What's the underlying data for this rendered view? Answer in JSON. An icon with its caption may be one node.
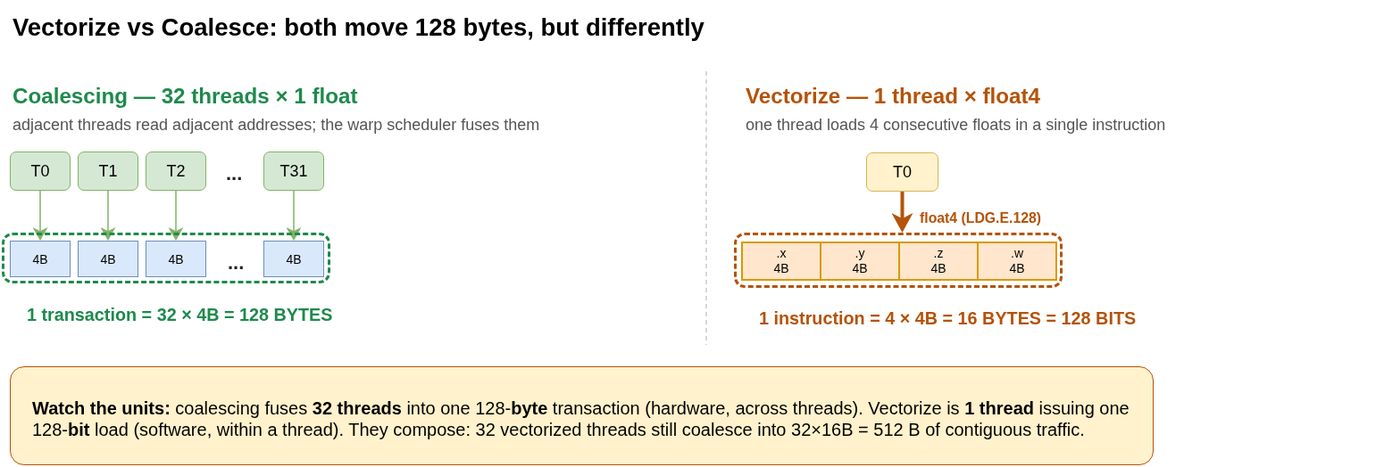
{
  "diagram": {
    "title": "Vectorize vs Coalesce: both move 128 bytes, but differently",
    "nodes": [
      {
        "text": [
          "T0"
        ]
      },
      {
        "text": [
          "T1"
        ]
      },
      {
        "text": [
          "T2"
        ]
      },
      {
        "text": [
          "T31"
        ]
      },
      {
        "text": [],
        "shape": "box",
        "beside": [
          "1 transaction = 32 × 4B = 128 BYTES"
        ]
      },
      {
        "text": [
          "4B"
        ],
        "in": 4
      },
      {
        "text": [
          "4B"
        ],
        "in": 4
      },
      {
        "text": [
          "4B"
        ],
        "in": 4
      },
      {
        "text": [
          "4B"
        ],
        "in": 4
      },
      {
        "text": [
          "T0"
        ]
      },
      {
        "text": [],
        "shape": "box",
        "beside": [
          "1 instruction = 4 × 4B = 16 BYTES = 128 BITS"
        ]
      },
      {
        "text": [
          ".x",
          "4B"
        ],
        "in": 10
      },
      {
        "text": [
          ".y",
          "4B"
        ],
        "in": 10
      },
      {
        "text": [
          ".z",
          "4B"
        ],
        "in": 10
      },
      {
        "text": [
          ".w",
          "4B"
        ],
        "in": 10
      },
      {
        "text": [
          "**Watch the units:** coalescing fuses **32 threads** into one 128-**byte** transaction (hardware, across threads). Vectorize is **1 thread** issuing one 128-**bit** load (software, within a thread). They compose: 32 vectorized threads still coalesce into 32×16B = 512 B of contiguous traffic."
        ]
      }
    ],
    "edges": [
      {
        "from": 0,
        "to": 5,
        "arrow": "to"
      },
      {
        "from": 1,
        "to": 6,
        "arrow": "to"
      },
      {
        "from": 2,
        "to": 7,
        "arrow": "to"
      },
      {
        "from": 3,
        "to": 8,
        "arrow": "to"
      },
      {
        "from": 9,
        "to": 10,
        "arrow": "to",
        "label": "float4 (LDG.E.128)",
        "style": "thick",
        "color": "#b45309"
      }
    ],
    "labels": [
      "Coalescing — 32 threads × 1 float",
      "adjacent threads read adjacent addresses; the warp scheduler fuses them",
      "...",
      "...",
      "Vectorize — 1 thread × float4",
      "one thread loads 4 consecutive floats in a single instruction"
    ]
  }
}
